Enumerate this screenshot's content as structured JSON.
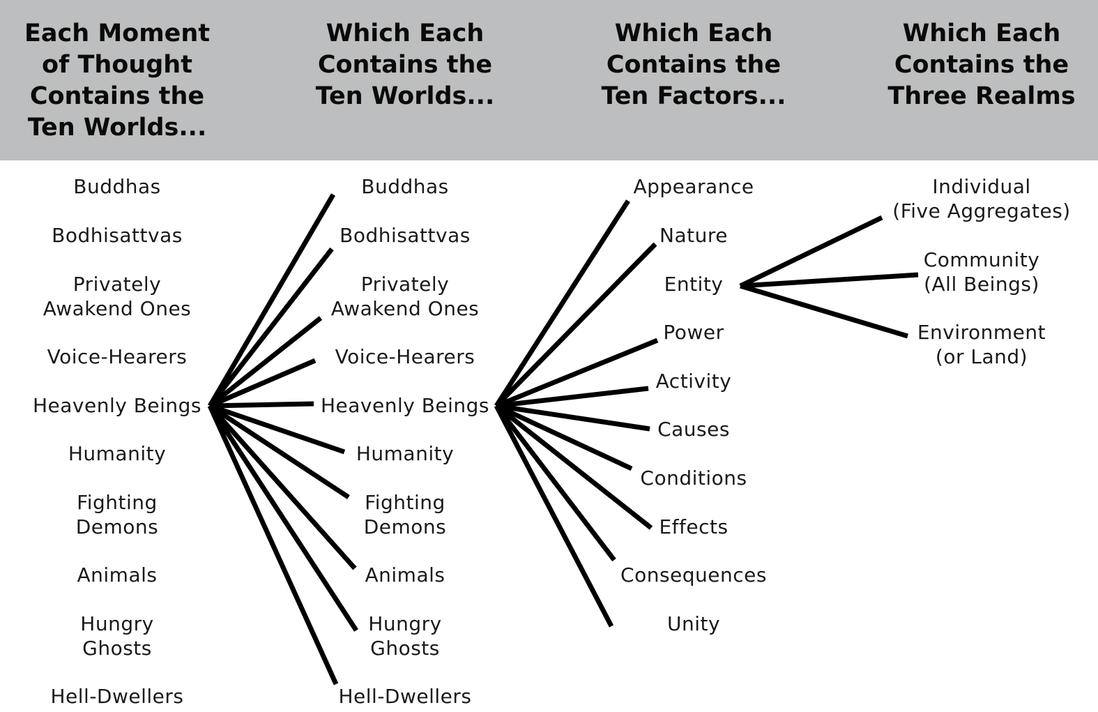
{
  "headers": {
    "col1": "Each Moment\nof Thought\nContains the\nTen Worlds...",
    "col2": "Which Each\nContains the\nTen Worlds...",
    "col3": "Which Each\nContains the\nTen Factors...",
    "col4": "Which Each\nContains the\nThree Realms"
  },
  "worlds_left": [
    "Buddhas",
    "Bodhisattvas",
    "Privately\nAwakend Ones",
    "Voice-Hearers",
    "Heavenly Beings",
    "Humanity",
    "Fighting\nDemons",
    "Animals",
    "Hungry\nGhosts",
    "Hell-Dwellers"
  ],
  "worlds_right": [
    "Buddhas",
    "Bodhisattvas",
    "Privately\nAwakend Ones",
    "Voice-Hearers",
    "Heavenly Beings",
    "Humanity",
    "Fighting\nDemons",
    "Animals",
    "Hungry\nGhosts",
    "Hell-Dwellers"
  ],
  "factors": [
    "Appearance",
    "Nature",
    "Entity",
    "Power",
    "Activity",
    "Causes",
    "Conditions",
    "Effects",
    "Consequences",
    "Unity"
  ],
  "realms": [
    "Individual\n(Five Aggregates)",
    "Community\n(All Beings)",
    "Environment\n(or Land)"
  ],
  "colors": {
    "header_bg": "#bdbebf",
    "lines": "#000000",
    "text": "#1a1a1a"
  }
}
